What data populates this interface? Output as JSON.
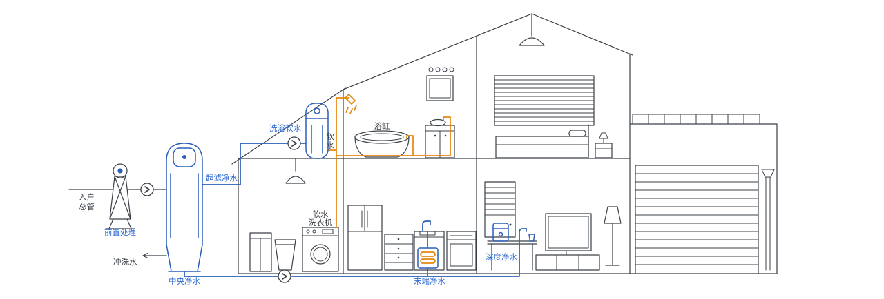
{
  "labels": {
    "inlet": {
      "lines": [
        "入户",
        "总管"
      ]
    },
    "pre_treatment": "前置处理",
    "flush_water": "冲洗水",
    "central_purifier": "中央净水",
    "ultrafiltration": "超滤净水",
    "bath_softener": "洗浴软水",
    "soft_water": {
      "lines": [
        "软",
        "水"
      ]
    },
    "bathtub": "浴缸",
    "soft_washer": {
      "lines": [
        "软水",
        "洗衣机"
      ]
    },
    "terminal_purifier": "末端净水",
    "deep_purifier": "深度净水"
  },
  "icons": {
    "flow_arrow": "chevron-right-in-circle"
  },
  "colors": {
    "line": "#3a4047",
    "blue": "#2a5db8",
    "label_blue": "#2f6bd0",
    "orange": "#e8870f",
    "background": "#ffffff"
  }
}
